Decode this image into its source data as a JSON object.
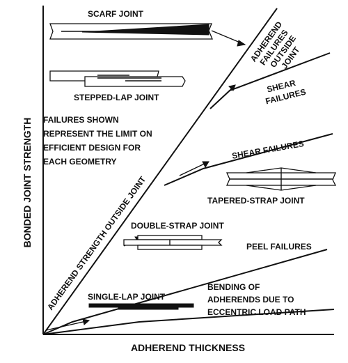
{
  "labels": {
    "scarf_joint": "SCARF JOINT",
    "stepped_lap_joint": "STEPPED-LAP JOINT",
    "note_line1": "FAILURES SHOWN",
    "note_line2": "REPRESENT THE LIMIT ON",
    "note_line3": "EFFICIENT DESIGN FOR",
    "note_line4": "EACH GEOMETRY",
    "adherend_failures_line1": "ADHEREND",
    "adherend_failures_line2": "FAILURES",
    "adherend_failures_line3": "OUTSIDE",
    "adherend_failures_line4": "JOINT",
    "shear_failures_upper_line1": "SHEAR",
    "shear_failures_upper_line2": "FAILURES",
    "shear_failures_lower": "SHEAR FAILURES",
    "tapered_strap_joint": "TAPERED-STRAP JOINT",
    "double_strap_joint": "DOUBLE-STRAP JOINT",
    "peel_failures": "PEEL FAILURES",
    "single_lap_joint": "SINGLE-LAP JOINT",
    "bending_line1": "BENDING OF",
    "bending_line2": "ADHERENDS DUE TO",
    "bending_line3": "ECCENTRIC LOAD PATH",
    "diagonal_label": "ADHEREND STRENGTH OUTSIDE JOINT"
  },
  "axes": {
    "x_label": "ADHEREND THICKNESS",
    "y_label": "BONDED JOINT STRENGTH"
  }
}
